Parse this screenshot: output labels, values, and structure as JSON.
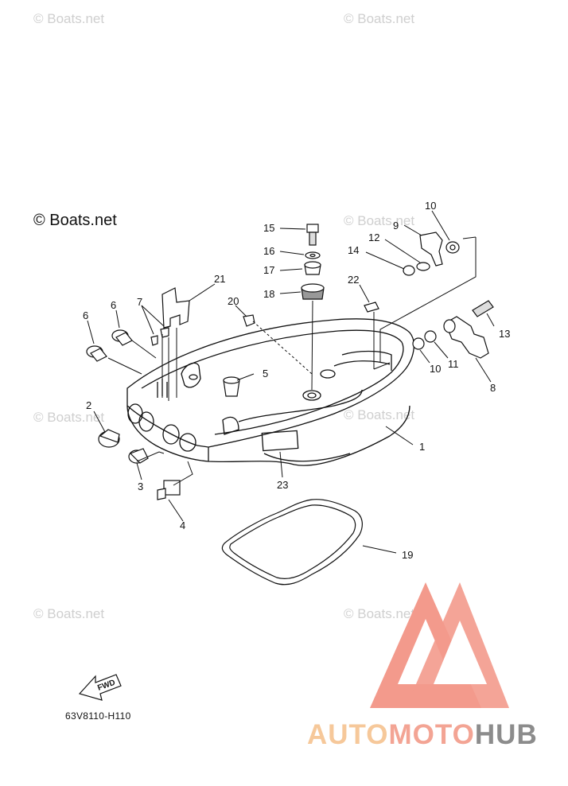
{
  "watermark": "© Boats.net",
  "copyright": "© Boats.net",
  "diagram_code": "63V8110-H110",
  "fwd_label": "FWD",
  "brand": {
    "part1": "AUTO",
    "part2": "MOTO",
    "part3": "HUB"
  },
  "callouts": [
    "1",
    "2",
    "3",
    "4",
    "5",
    "6",
    "6",
    "7",
    "8",
    "9",
    "10",
    "10",
    "11",
    "12",
    "13",
    "14",
    "15",
    "16",
    "17",
    "18",
    "19",
    "20",
    "21",
    "22",
    "23"
  ]
}
